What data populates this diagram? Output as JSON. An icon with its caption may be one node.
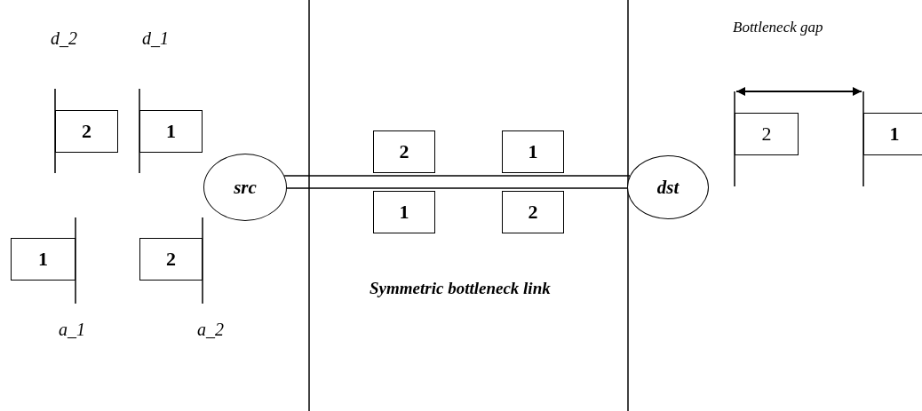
{
  "diagram": {
    "nodes": [
      {
        "text": [
          "2"
        ]
      },
      {
        "text": [
          "1"
        ]
      },
      {
        "text": [
          "src"
        ]
      },
      {
        "text": [
          "2"
        ]
      },
      {
        "text": [
          "1"
        ]
      },
      {
        "text": [
          "dst"
        ]
      },
      {
        "text": [
          "2"
        ]
      },
      {
        "text": [
          "1"
        ]
      },
      {
        "text": [
          "1"
        ]
      },
      {
        "text": [
          "2"
        ]
      },
      {
        "text": [
          "1"
        ]
      },
      {
        "text": [
          "2"
        ]
      }
    ],
    "edges": [
      {
        "from": 2,
        "to": 5,
        "arrow": "none"
      }
    ],
    "labels": [
      "Bottleneck gap",
      "d_2",
      "d_1",
      "a_1",
      "a_2",
      "Symmetric bottleneck link"
    ]
  }
}
